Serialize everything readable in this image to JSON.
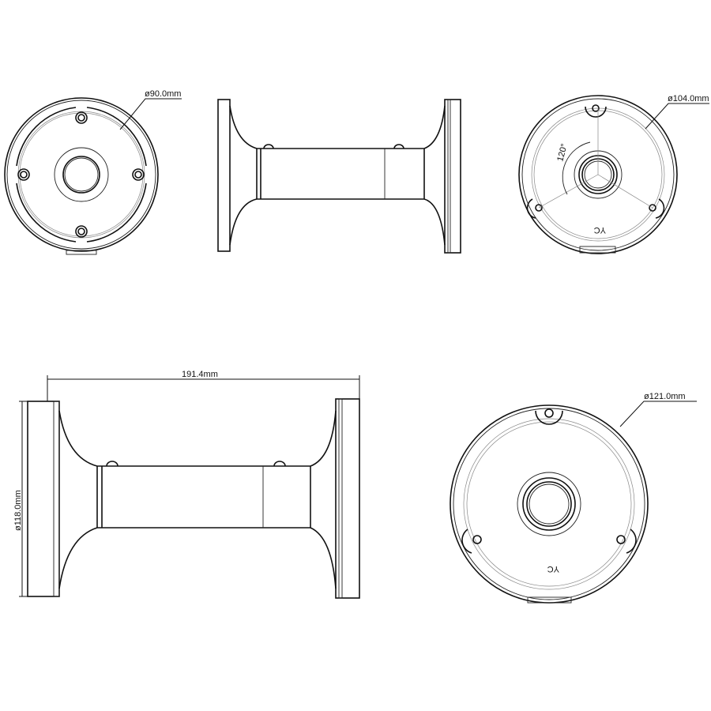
{
  "drawing": {
    "top_view_small": {
      "diameter_label": "ø90.0mm"
    },
    "side_view_small": {},
    "base_view_small": {
      "diameter_label": "ø104.0mm",
      "angle_label": "120°",
      "mark": "YC"
    },
    "side_view_large": {
      "length_label": "191.4mm",
      "diameter_label": "ø118.0mm"
    },
    "base_view_large": {
      "diameter_label": "ø121.0mm",
      "mark": "YC"
    }
  }
}
